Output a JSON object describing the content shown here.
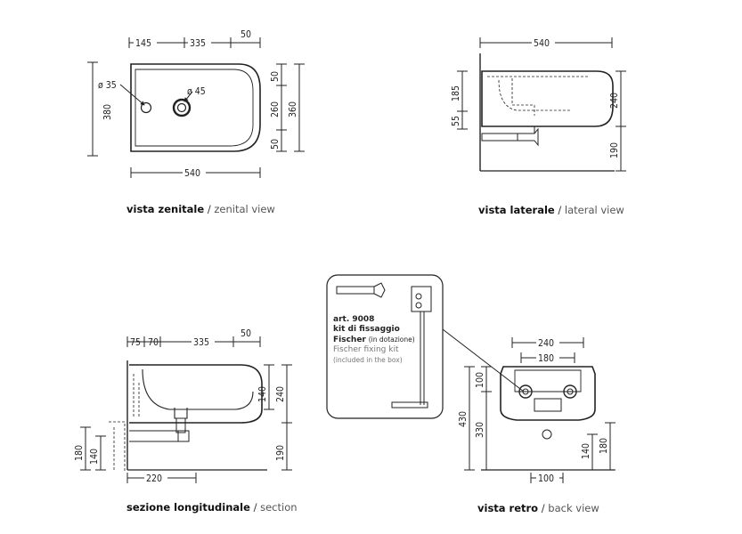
{
  "views": {
    "zenital": {
      "label_it": "vista zenitale",
      "label_en": "zenital view",
      "dims": {
        "d145": "145",
        "d335": "335",
        "d50": "50",
        "d380": "380",
        "d35": "ø 35",
        "d45": "ø 45",
        "d50a": "50",
        "d260": "260",
        "d360": "360",
        "d50b": "50",
        "d540": "540"
      }
    },
    "lateral": {
      "label_it": "vista laterale",
      "label_en": "lateral view",
      "dims": {
        "d540": "540",
        "d185": "185",
        "d55": "55",
        "d240": "240",
        "d190": "190"
      }
    },
    "section": {
      "label_it": "sezione longitudinale",
      "label_en": "section",
      "dims": {
        "d75": "75",
        "d70": "70",
        "d335": "335",
        "d50": "50",
        "d140": "140",
        "d240": "240",
        "d180": "180",
        "d140b": "140",
        "d190": "190",
        "d220": "220"
      }
    },
    "back": {
      "label_it": "vista retro",
      "label_en": "back view",
      "dims": {
        "d240": "240",
        "d180": "180",
        "d100": "100",
        "d430": "430",
        "d330": "330",
        "d140": "140",
        "d180b": "180",
        "d100b": "100"
      }
    }
  },
  "kit": {
    "art": "art. 9008",
    "line1": "kit di fissaggio",
    "line2_bold": "Fischer",
    "line2_note": "(in dotazione)",
    "en1": "Fischer fixing kit",
    "en2": "(included in the box)"
  },
  "separator": "/",
  "colors": {
    "line": "#222222",
    "gray": "#888888"
  }
}
